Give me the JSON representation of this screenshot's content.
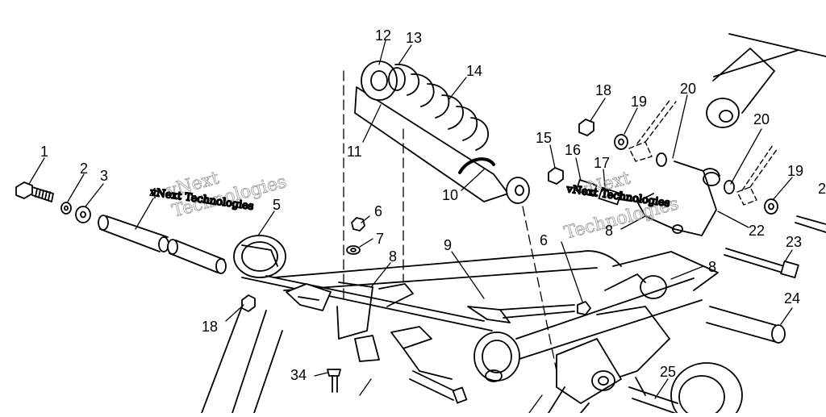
{
  "diagram": {
    "watermarks": [
      {
        "id": "wm-left",
        "line1": "vNext",
        "line2": "Technologies",
        "small": "vNext Technologies"
      },
      {
        "id": "wm-right",
        "line1": "vNext",
        "line2": "Technologies",
        "small": "vNext Technologies"
      }
    ],
    "callouts": {
      "c1": "1",
      "c2": "2",
      "c3": "3",
      "c4": "4",
      "c5": "5",
      "c6a": "6",
      "c6b": "6",
      "c7": "7",
      "c8a": "8",
      "c8b": "8",
      "c8c": "8",
      "c9": "9",
      "c10": "10",
      "c11": "11",
      "c12": "12",
      "c13": "13",
      "c14": "14",
      "c15": "15",
      "c16": "16",
      "c17": "17",
      "c18a": "18",
      "c18b": "18",
      "c19a": "19",
      "c19b": "19",
      "c20a": "20",
      "c20b": "20",
      "c21": "2",
      "c22": "22",
      "c23": "23",
      "c24": "24",
      "c25": "25",
      "c34": "34"
    }
  }
}
